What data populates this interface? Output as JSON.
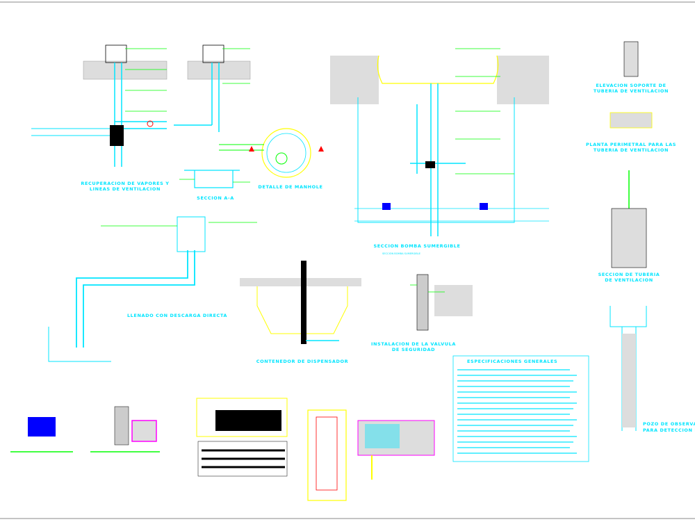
{
  "colors": {
    "cyan": "#00e5ff",
    "green": "#00ff00",
    "yellow": "#ffff00",
    "red": "#ff0000",
    "magenta": "#ff00ff",
    "blue": "#0000ff",
    "background": "#ffffff"
  },
  "titles": {
    "vapor_recovery": [
      "RECUPERACION DE VAPORES Y",
      "LINEAS DE VENTILACION"
    ],
    "section_aa": "SECCION A-A",
    "manhole_detail": "DETALLE DE MANHOLE",
    "submersible_pump": "SECCION BOMBA SUMERGIBLE",
    "direct_fill": "LLENADO CON DESCARGA DIRECTA",
    "dispenser": "CONTENEDOR DE DISPENSADOR",
    "safety_valve": [
      "INSTALACION DE LA VALVULA",
      "DE SEGURIDAD"
    ],
    "vent_elevation": [
      "ELEVACION SOPORTE DE",
      "TUBERIA DE VENTILACION"
    ],
    "vent_plan": [
      "PLANTA PERIMETRAL PARA LAS",
      "TUBERIA DE VENTILACION"
    ],
    "vent_section": [
      "SECCION DE TUBERIA",
      "DE VENTILACION"
    ],
    "observation_well": [
      "POZO DE OBSERVACION",
      "PARA DETECCION DE"
    ],
    "specs": "ESPECIFICACIONES GENERALES"
  }
}
